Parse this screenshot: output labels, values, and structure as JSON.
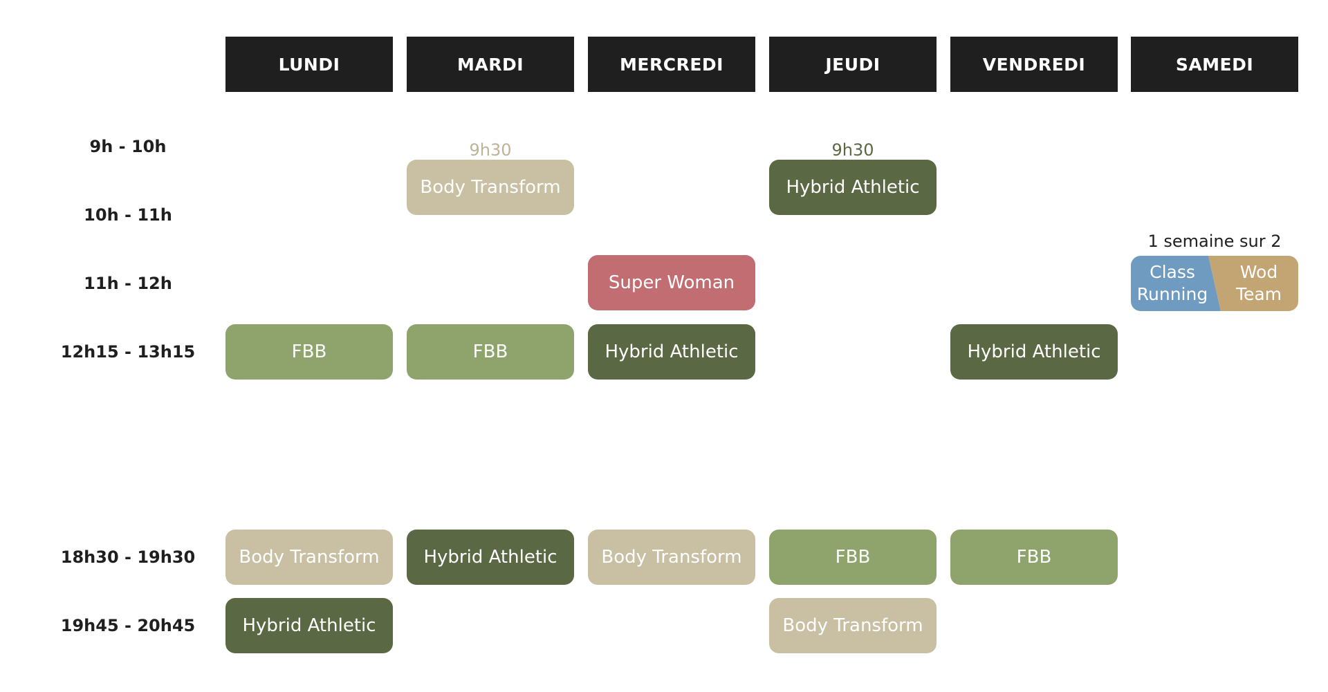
{
  "days": [
    "LUNDI",
    "MARDI",
    "MERCREDI",
    "JEUDI",
    "VENDREDI",
    "SAMEDI"
  ],
  "times": [
    "9h - 10h",
    "10h - 11h",
    "11h - 12h",
    "12h15 - 13h15",
    "18h30 - 19h30",
    "19h45 - 20h45"
  ],
  "notes": {
    "mardi_time": "9h30",
    "jeudi_time": "9h30",
    "samedi_alternate": "1 semaine sur 2"
  },
  "classes": {
    "mardi_morning": "Body Transform",
    "jeudi_morning": "Hybrid Athletic",
    "mercredi_11h": "Super Woman",
    "lundi_midi": "FBB",
    "mardi_midi": "FBB",
    "mercredi_midi": "Hybrid Athletic",
    "vendredi_midi": "Hybrid Athletic",
    "lundi_1830": "Body Transform",
    "mardi_1830": "Hybrid Athletic",
    "mercredi_1830": "Body Transform",
    "jeudi_1830": "FBB",
    "vendredi_1830": "FBB",
    "lundi_1945": "Hybrid Athletic",
    "jeudi_1945": "Body Transform"
  },
  "samedi_split": {
    "left_line1": "Class",
    "left_line2": "Running",
    "right_line1": "Wod",
    "right_line2": "Team"
  },
  "colors": {
    "header_bg": "#1f1f1f",
    "fbb": "#8ea46c",
    "hybrid_athletic": "#5a6844",
    "body_transform": "#c9bfa2",
    "super_woman": "#c26d72",
    "class_running": "#6f9bc0",
    "wod_team": "#c3a574"
  }
}
